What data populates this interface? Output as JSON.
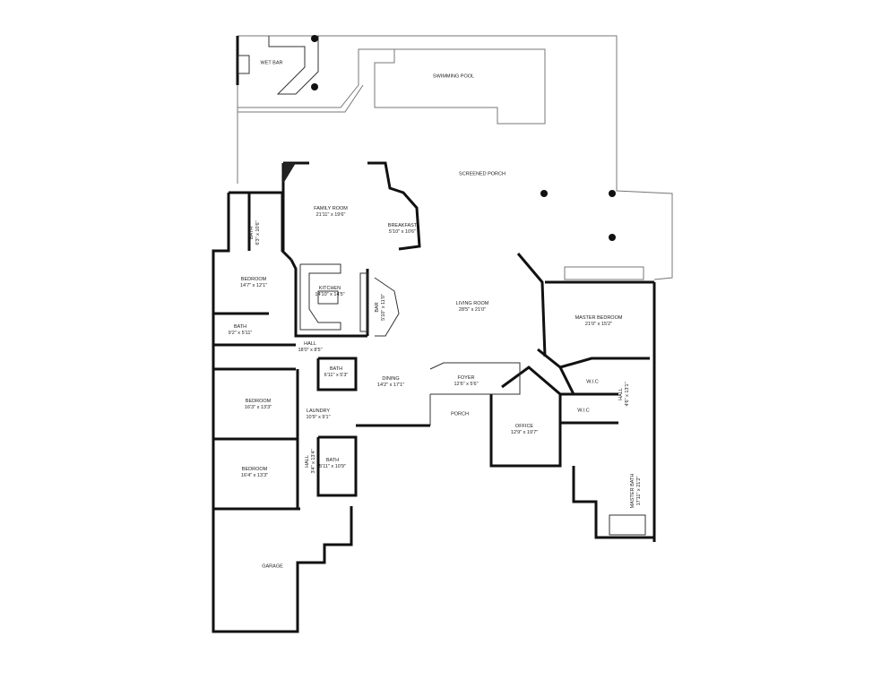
{
  "rooms": {
    "wet_bar": {
      "name": "WET BAR"
    },
    "pool": {
      "name": "SWIMMING POOL"
    },
    "screened_porch": {
      "name": "SCREENED PORCH"
    },
    "family_room": {
      "name": "FAMILY ROOM",
      "size": "21'11\" x 19'6\""
    },
    "breakfast": {
      "name": "BREAKFAST",
      "size": "5'10\" x 10'6\""
    },
    "bath1": {
      "name": "BATH",
      "size": "6'3\" x 10'6\""
    },
    "bedroom1": {
      "name": "BEDROOM",
      "size": "14'7\" x 12'1\""
    },
    "kitchen": {
      "name": "KITCHEN",
      "size": "14'10\" x 14'5\""
    },
    "bar": {
      "name": "BAR",
      "size": "5'10\" x 11'0\""
    },
    "living_room": {
      "name": "LIVING ROOM",
      "size": "28'5\" x 21'0\""
    },
    "master_bedroom": {
      "name": "MASTER BEDROOM",
      "size": "21'0\" x 15'2\""
    },
    "bath2": {
      "name": "BATH",
      "size": "9'2\" x 5'11\""
    },
    "hall1": {
      "name": "HALL",
      "size": "18'0\" x 8'5\""
    },
    "bath3": {
      "name": "BATH",
      "size": "6'11\" x 5'3\""
    },
    "dining": {
      "name": "DINING",
      "size": "14'2\" x 17'1\""
    },
    "foyer": {
      "name": "FOYER",
      "size": "12'6\" x 5'6\""
    },
    "wic1": {
      "name": "W.I.C"
    },
    "wic2": {
      "name": "W.I.C"
    },
    "hall2": {
      "name": "HALL",
      "size": "4'6\" x 13'1\""
    },
    "bedroom2": {
      "name": "BEDROOM",
      "size": "16'3\" x 13'3\""
    },
    "laundry": {
      "name": "LAUNDRY",
      "size": "10'9\" x 9'1\""
    },
    "porch": {
      "name": "PORCH"
    },
    "office": {
      "name": "OFFICE",
      "size": "12'9\" x 19'7\""
    },
    "hall3": {
      "name": "HALL",
      "size": "3'4\" x 13'4\""
    },
    "bath4": {
      "name": "BATH",
      "size": "5'11\" x 10'9\""
    },
    "bedroom3": {
      "name": "BEDROOM",
      "size": "16'4\" x 13'3\""
    },
    "master_bath": {
      "name": "MASTER BATH",
      "size": "17'11\" x 21'2\""
    },
    "garage": {
      "name": "GARAGE"
    }
  }
}
